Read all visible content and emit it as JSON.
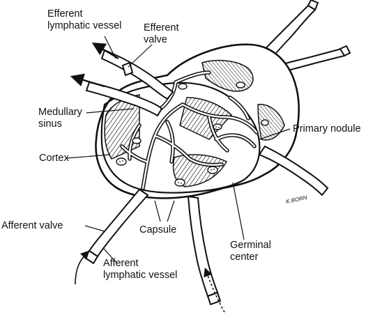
{
  "labels": {
    "efferent_lymphatic_vessel_1": "Efferent",
    "efferent_lymphatic_vessel_2": "lymphatic vessel",
    "efferent_valve_1": "Efferent",
    "efferent_valve_2": "valve",
    "medullary_sinus_1": "Medullary",
    "medullary_sinus_2": "sinus",
    "cortex": "Cortex",
    "primary_nodule": "Primary nodule",
    "afferent_valve": "Afferent valve",
    "capsule": "Capsule",
    "germinal_center_1": "Germinal",
    "germinal_center_2": "center",
    "afferent_lymphatic_vessel_1": "Afferent",
    "afferent_lymphatic_vessel_2": "lymphatic vessel"
  },
  "signature": "K.BORN",
  "colors": {
    "ink": "#111111",
    "paper": "#ffffff"
  }
}
